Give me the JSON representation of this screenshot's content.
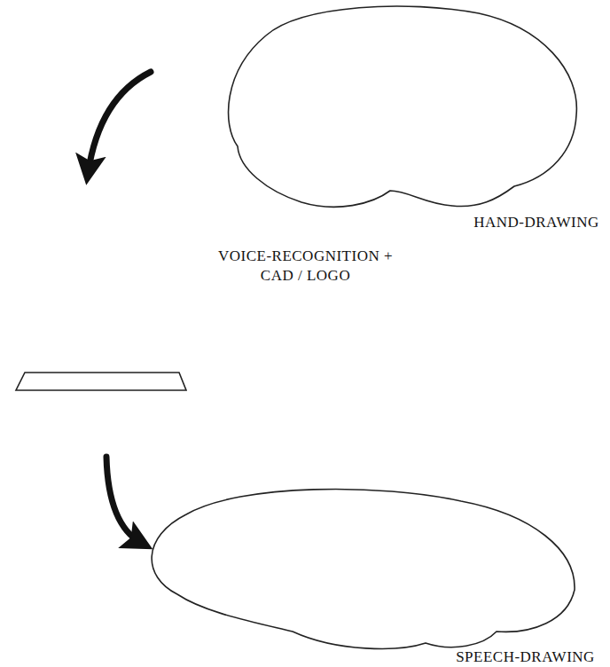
{
  "diagram": {
    "nodes": [
      {
        "text": [
          "HAND-DRAWING"
        ]
      },
      {
        "text": [
          "VOICE-RECOGNITION + CAD / LOGO"
        ]
      },
      {
        "text": [
          "SPEECH-DRAWING"
        ]
      }
    ],
    "edges": [
      {
        "from": 0,
        "to": 1,
        "arrow": "to"
      },
      {
        "from": 1,
        "to": 2,
        "arrow": "to"
      }
    ]
  }
}
